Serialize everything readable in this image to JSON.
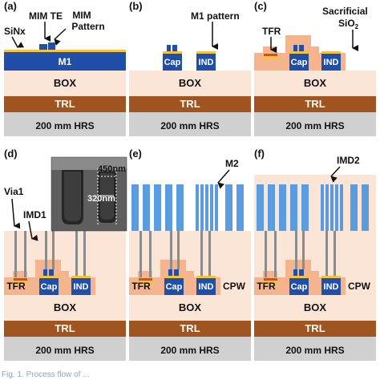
{
  "panels": {
    "a": {
      "tag": "(a)",
      "mim_te": "MIM TE",
      "mim_pattern_1": "MIM",
      "mim_pattern_2": "Pattern",
      "sinx": "SiNx",
      "m1": "M1"
    },
    "b": {
      "tag": "(b)",
      "m1_pattern": "M1 pattern",
      "cap": "Cap",
      "ind": "IND"
    },
    "c": {
      "tag": "(c)",
      "tfr": "TFR",
      "sac_1": "Sacrificial",
      "sac_2": "SiO",
      "sac_sub": "2",
      "cap": "Cap",
      "ind": "IND"
    },
    "d": {
      "tag": "(d)",
      "via1": "Via1",
      "imd1": "IMD1",
      "dim_450": "450nm",
      "dim_320": "320nm",
      "tfr": "TFR",
      "cap": "Cap",
      "ind": "IND"
    },
    "e": {
      "tag": "(e)",
      "m2": "M2",
      "tfr": "TFR",
      "cap": "Cap",
      "ind": "IND",
      "cpw": "CPW"
    },
    "f": {
      "tag": "(f)",
      "imd2": "IMD2",
      "tfr": "TFR",
      "cap": "Cap",
      "ind": "IND",
      "cpw": "CPW"
    }
  },
  "layers": {
    "box": "BOX",
    "trl": "TRL",
    "hrs": "200 mm HRS"
  },
  "caption_fragment": "Fig. 1. Process flow of ..."
}
